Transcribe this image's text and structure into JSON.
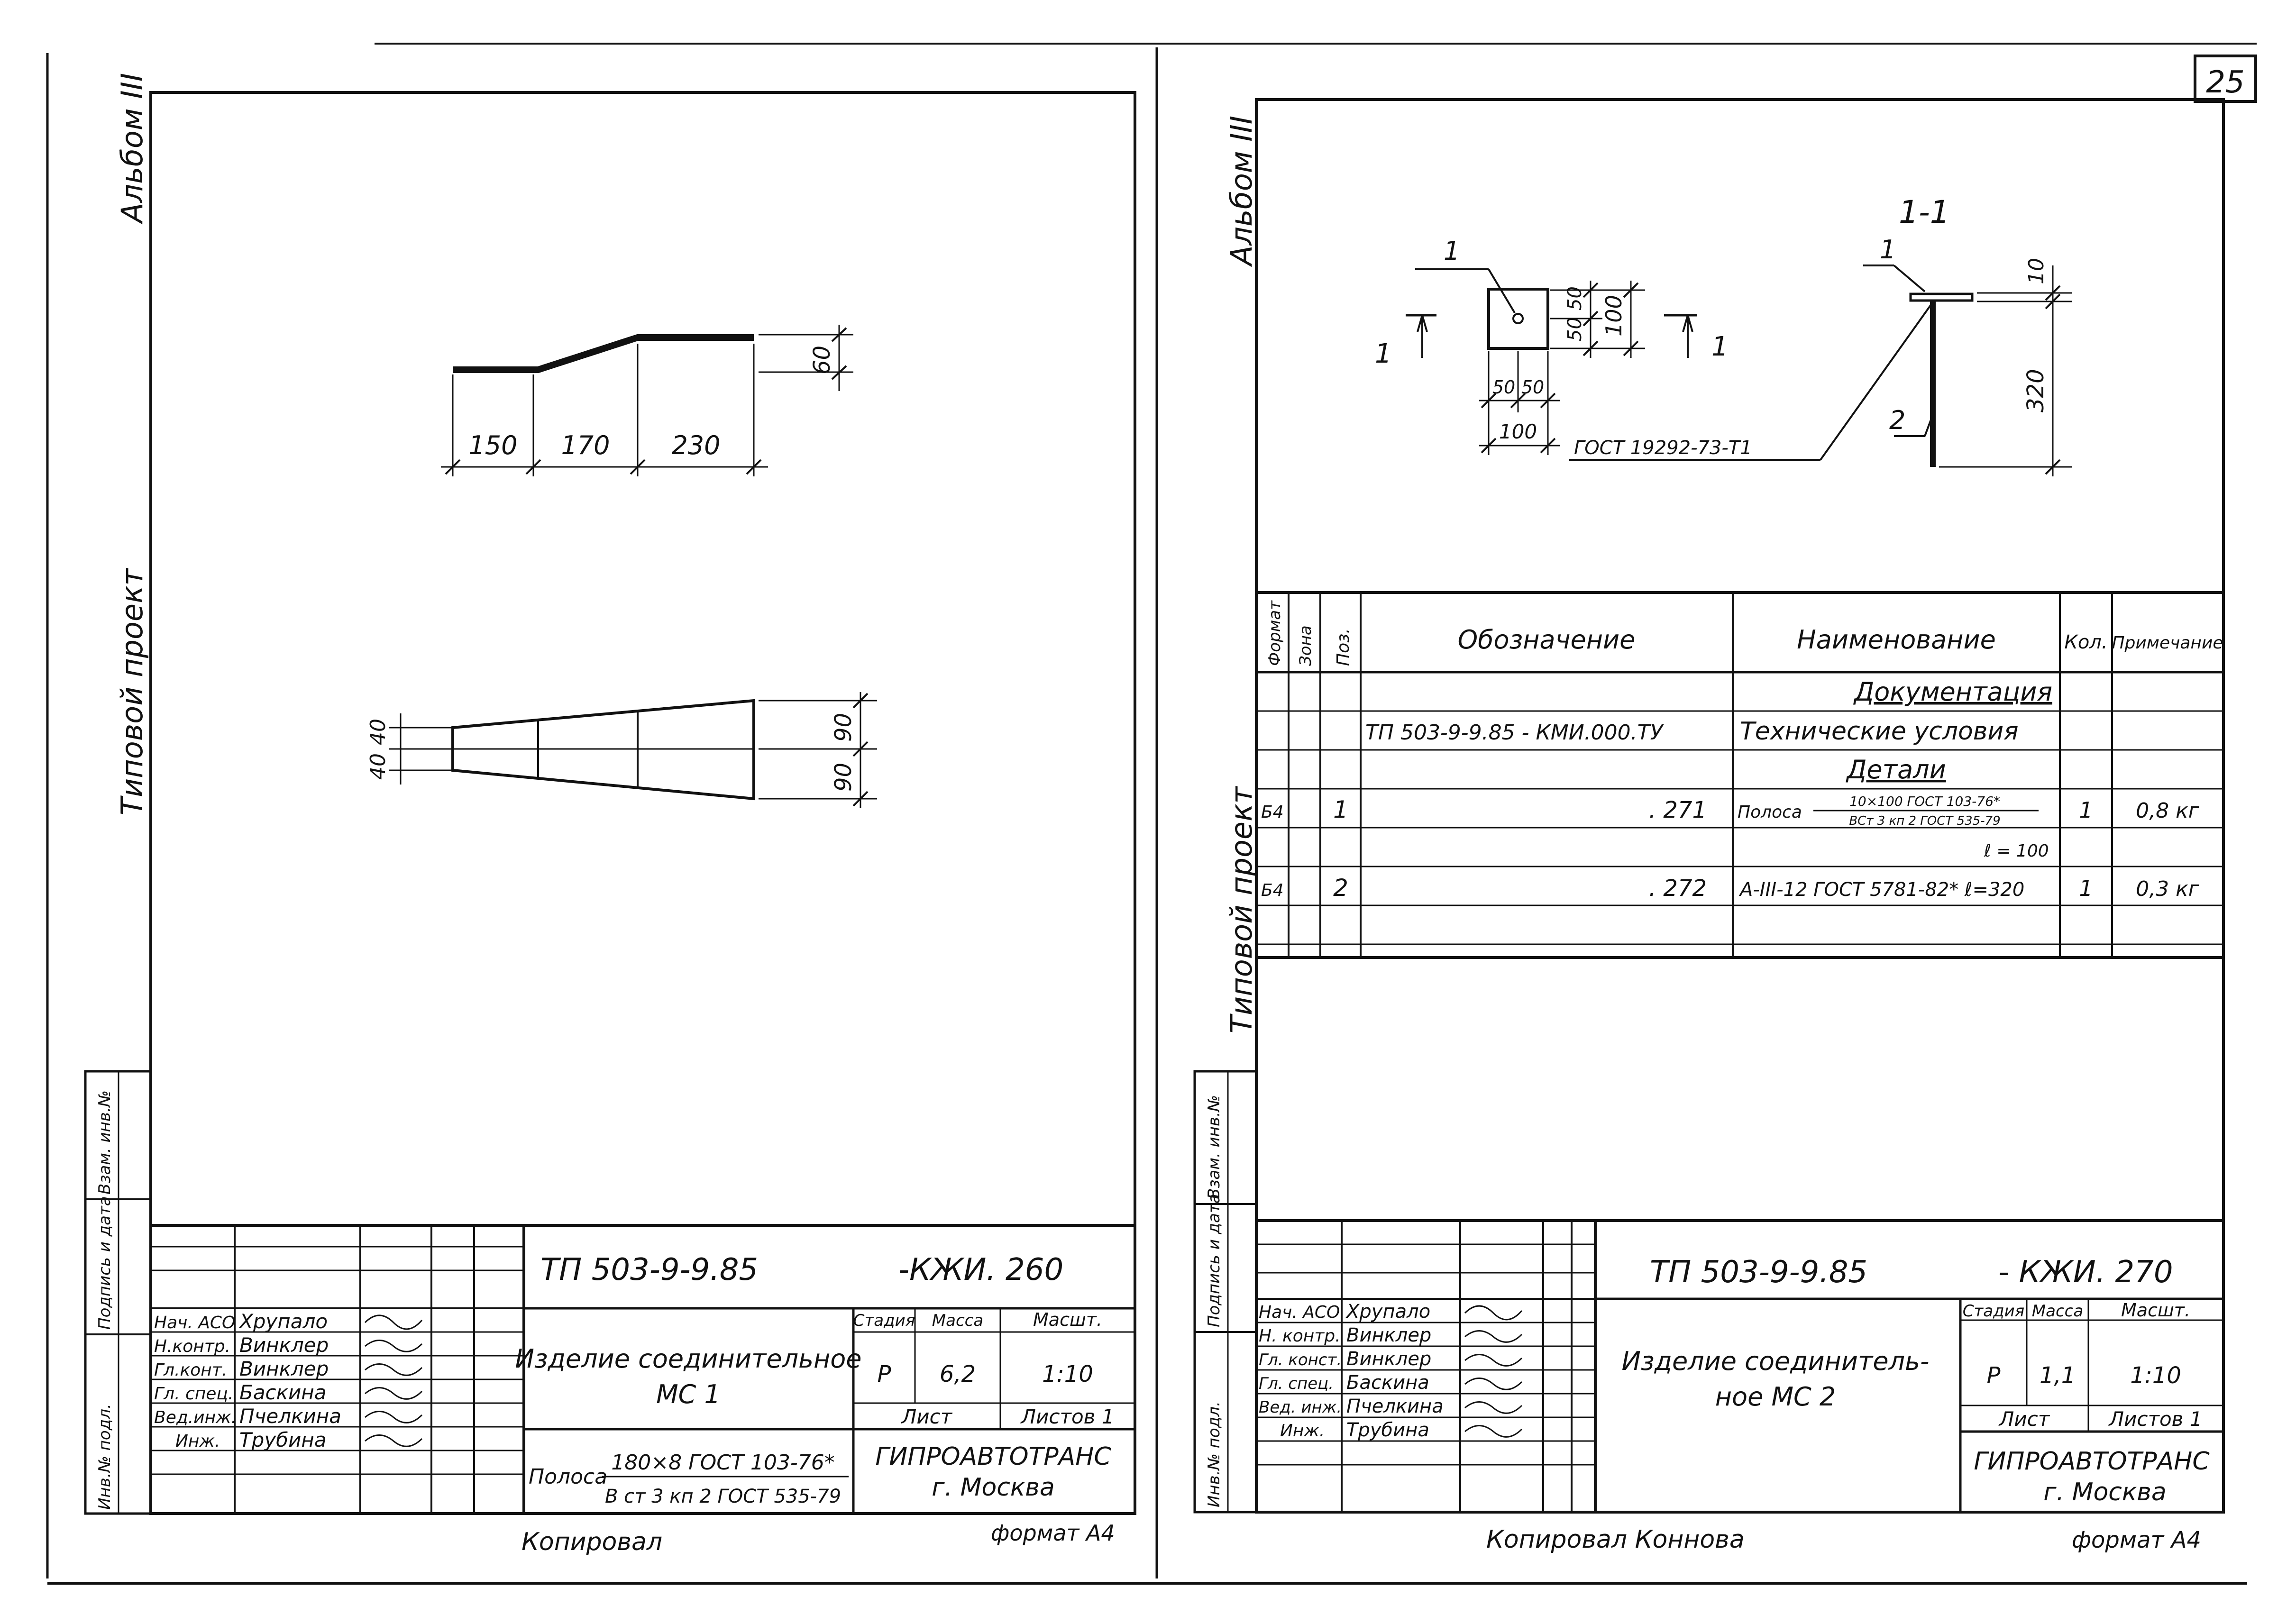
{
  "page_number": "25",
  "left": {
    "album": "Альбом III",
    "project": "Типовой проект",
    "side_labels": [
      "Инв.№ подл.",
      "Подпись и дата",
      "Взам. инв.№"
    ],
    "dims": {
      "d150": "150",
      "d170": "170",
      "d230": "230",
      "d60": "60",
      "d40a": "40",
      "d40b": "40",
      "d90a": "90",
      "d90b": "90"
    },
    "title_block": {
      "code": "ТП 503-9-9.85",
      "mark": "-КЖИ. 260",
      "name_line1": "Изделие соединительное",
      "name_line2": "МС 1",
      "head_stage": "Стадия",
      "head_mass": "Масса",
      "head_scale": "Масшт.",
      "stage": "Р",
      "mass": "6,2",
      "scale": "1:10",
      "sheet": "Лист",
      "sheets": "Листов 1",
      "material_label": "Полоса",
      "material_top": "180×8 ГОСТ 103-76*",
      "material_bottom": "В ст 3 кп 2 ГОСТ 535-79",
      "org1": "ГИПРОАВТОТРАНС",
      "org2": "г. Москва",
      "roles": [
        "Нач. АСО",
        "Н.контр.",
        "Гл.конт.",
        "Гл. спец.",
        "Вед.инж.",
        "Инж."
      ],
      "names": [
        "Хрупало",
        "Винклер",
        "Винклер",
        "Баскина",
        "Пчелкина",
        "Трубина"
      ]
    },
    "copied": "Копировал",
    "format": "формат А4"
  },
  "right": {
    "album": "Альбом III",
    "project": "Типовой проект",
    "side_labels": [
      "Инв.№ подл.",
      "Подпись и дата",
      "Взам. инв.№"
    ],
    "section": "1-1",
    "cut_marks": [
      "1",
      "1"
    ],
    "callouts": [
      "1",
      "1",
      "2"
    ],
    "dims": {
      "d50a": "50",
      "d50b": "50",
      "d100h": "100",
      "d50c": "50",
      "d50d": "50",
      "d100v": "100",
      "d10": "10",
      "d320": "320"
    },
    "gost_note": "ГОСТ 19292-73-Т1",
    "spec": {
      "headers": [
        "Формат",
        "Зона",
        "Поз.",
        "Обозначение",
        "Наименование",
        "Кол.",
        "Примечание"
      ],
      "doc_section": "Документация",
      "row_tu_code": "ТП 503-9-9.85 - КМИ.000.ТУ",
      "row_tu_name": "Технические условия",
      "details_section": "Детали",
      "row1": {
        "format": "Б4",
        "pos": "1",
        "code": ". 271",
        "name": "Полоса",
        "name_top": "10×100 ГОСТ 103-76*",
        "name_bottom": "ВСт 3 кп 2 ГОСТ 535-79",
        "qty": "1",
        "note": "0,8 кг",
        "extra": "ℓ = 100"
      },
      "row2": {
        "format": "Б4",
        "pos": "2",
        "code": ". 272",
        "name": "А-III-12 ГОСТ 5781-82* ℓ=320",
        "qty": "1",
        "note": "0,3 кг"
      }
    },
    "title_block": {
      "code": "ТП 503-9-9.85",
      "mark": "- КЖИ. 270",
      "name_line1": "Изделие соединитель-",
      "name_line2": "ное МС 2",
      "head_stage": "Стадия",
      "head_mass": "Масса",
      "head_scale": "Масшт.",
      "stage": "Р",
      "mass": "1,1",
      "scale": "1:10",
      "sheet": "Лист",
      "sheets": "Листов 1",
      "org1": "ГИПРОАВТОТРАНС",
      "org2": "г. Москва",
      "roles": [
        "Нач. АСО",
        "Н. контр.",
        "Гл. конст.",
        "Гл. спец.",
        "Вед. инж.",
        "Инж."
      ],
      "names": [
        "Хрупало",
        "Винклер",
        "Винклер",
        "Баскина",
        "Пчелкина",
        "Трубина"
      ]
    },
    "copied": "Копировал Коннова",
    "format": "формат А4"
  }
}
